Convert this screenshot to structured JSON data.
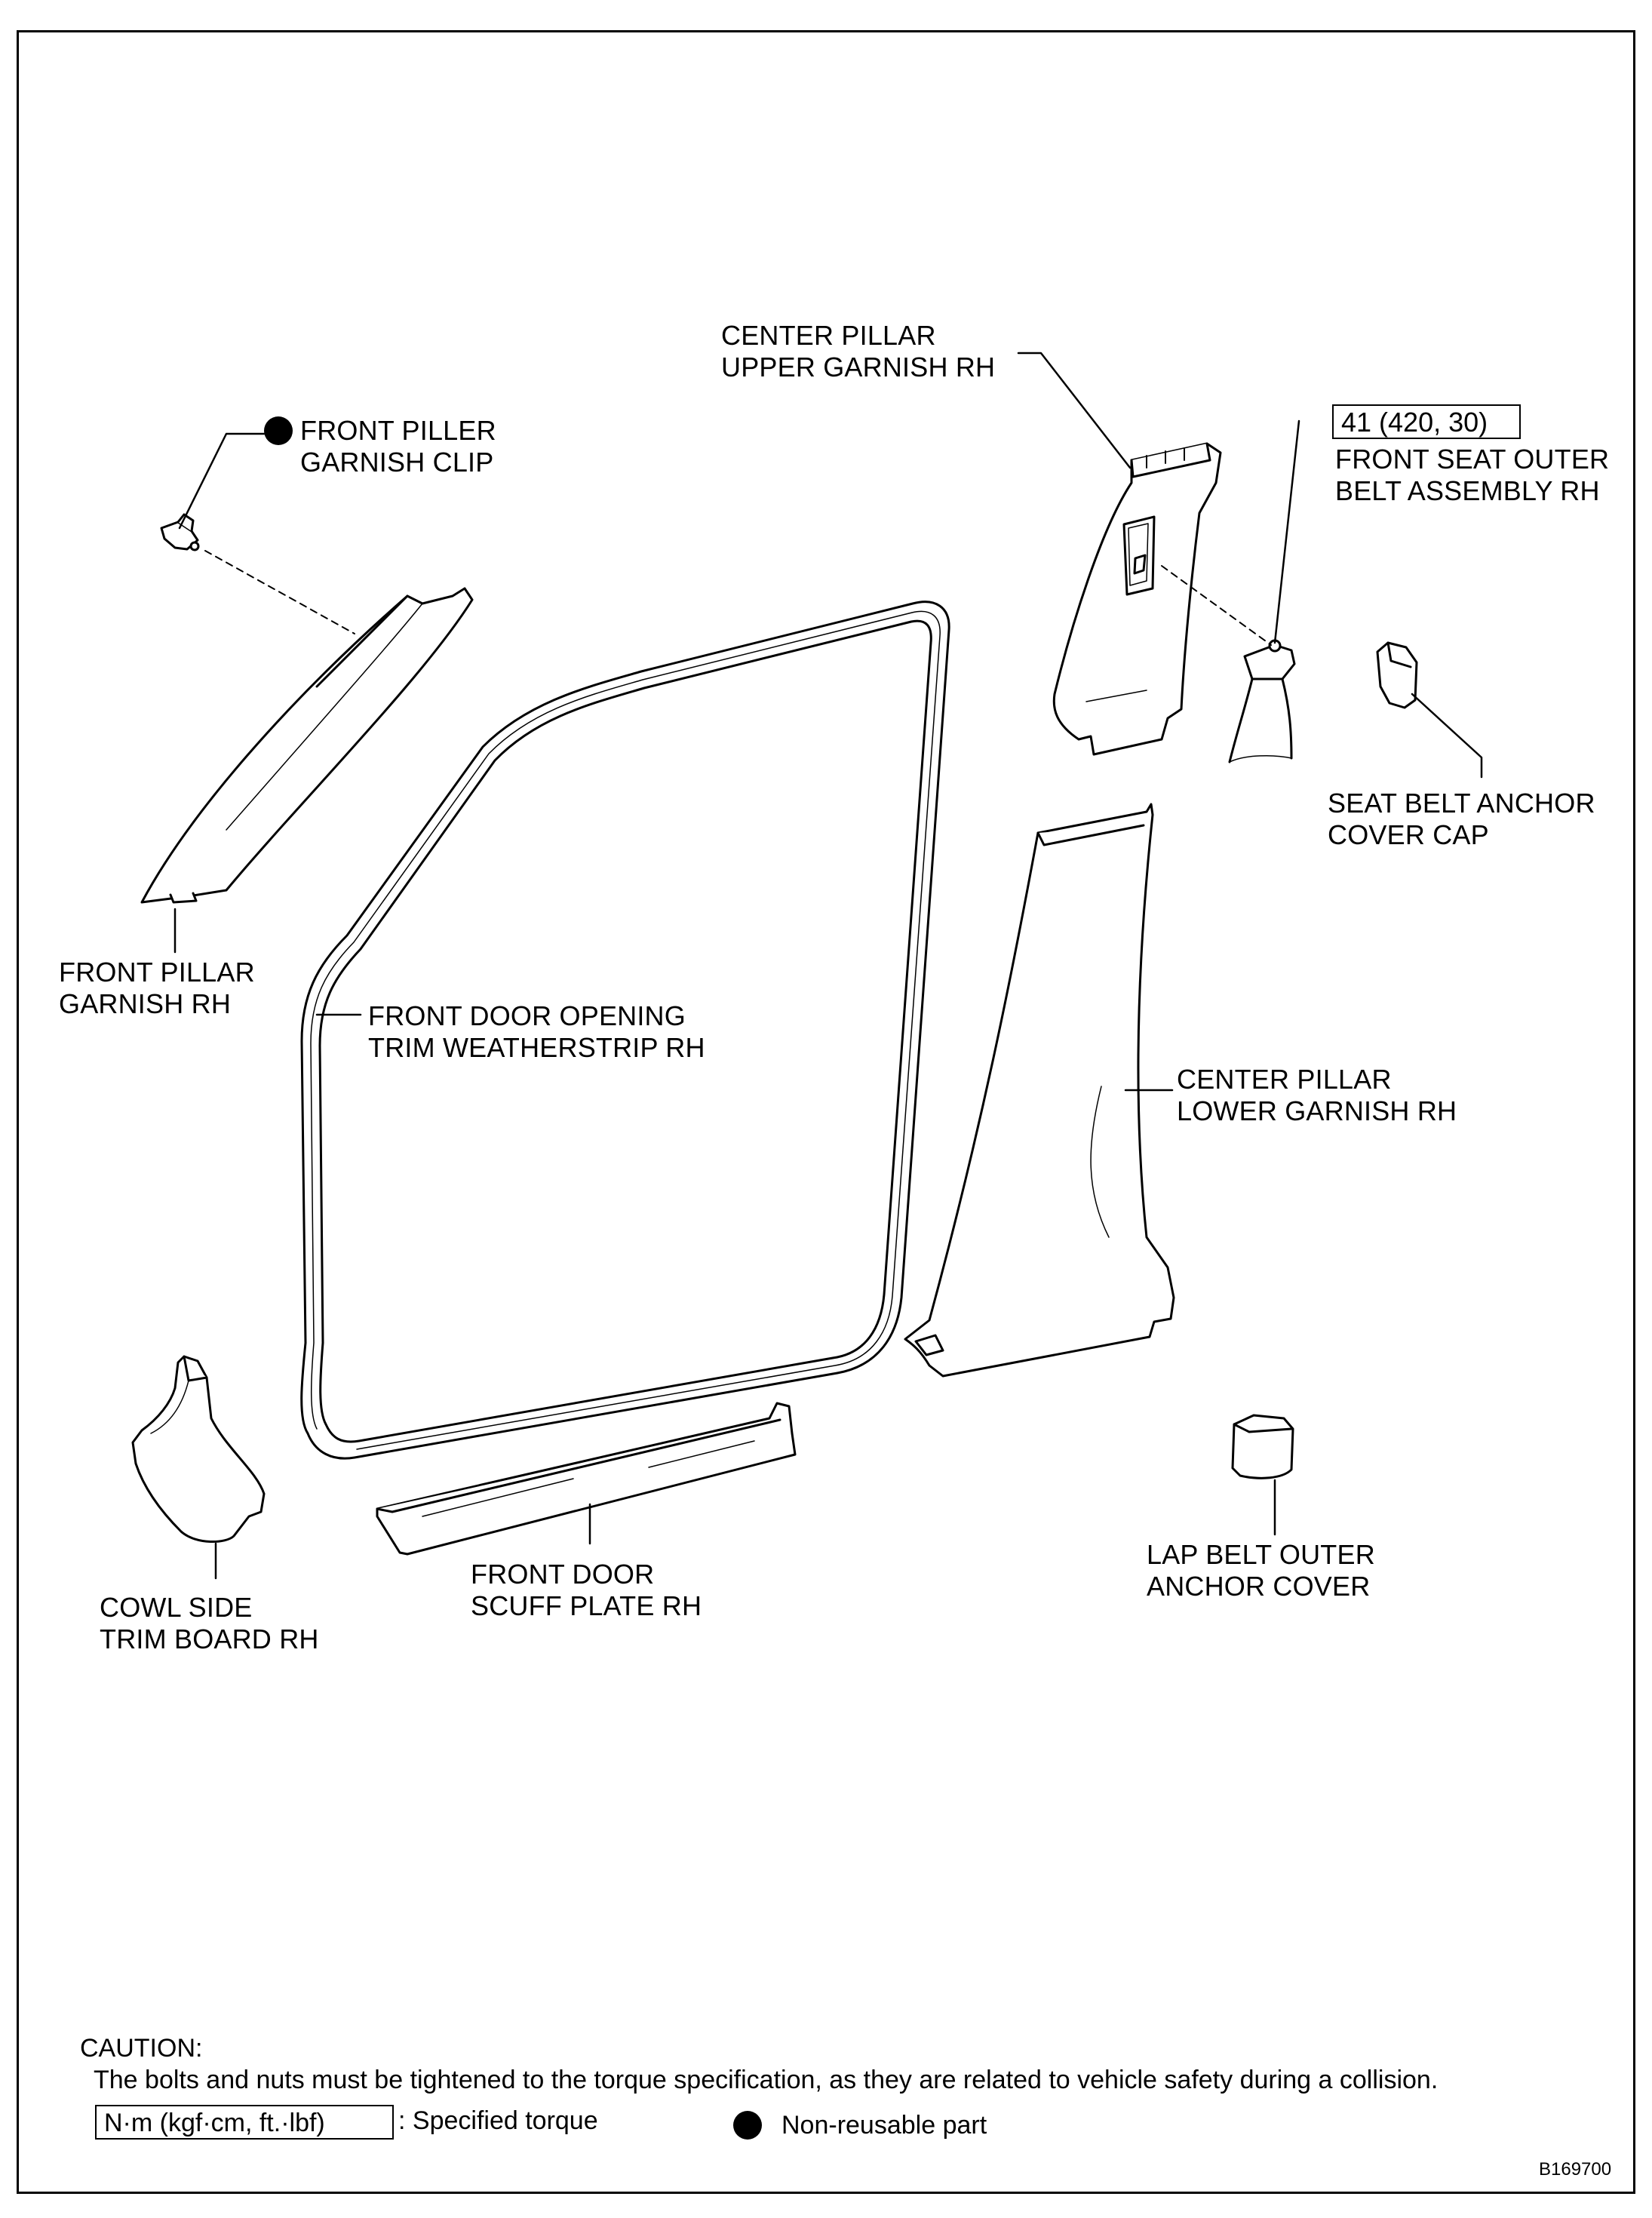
{
  "labels": {
    "center_pillar_upper": [
      "CENTER PILLAR",
      "UPPER GARNISH RH"
    ],
    "front_pillar_clip": [
      "FRONT PILLER",
      "GARNISH CLIP"
    ],
    "torque_value": "41 (420, 30)",
    "front_seat_belt": [
      "FRONT SEAT OUTER",
      "BELT ASSEMBLY RH"
    ],
    "seat_belt_anchor_cap": [
      "SEAT BELT ANCHOR",
      "COVER CAP"
    ],
    "front_pillar_garnish": [
      "FRONT PILLAR",
      "GARNISH RH"
    ],
    "door_weatherstrip": [
      "FRONT DOOR OPENING",
      "TRIM WEATHERSTRIP RH"
    ],
    "center_pillar_lower": [
      "CENTER PILLAR",
      "LOWER GARNISH RH"
    ],
    "lap_belt_cover": [
      "LAP BELT OUTER",
      "ANCHOR COVER"
    ],
    "scuff_plate": [
      "FRONT DOOR",
      "SCUFF PLATE RH"
    ],
    "cowl_side": [
      "COWL SIDE",
      "TRIM BOARD RH"
    ]
  },
  "legend": {
    "caution_title": "CAUTION:",
    "caution_text": "The bolts and nuts must be tightened to the torque specification, as they are related to vehicle safety during a collision.",
    "torque_unit": "N·m (kgf·cm, ft.·lbf)",
    "torque_desc": ": Specified torque",
    "nonreusable": "Non-reusable part"
  },
  "figure_code": "B169700"
}
